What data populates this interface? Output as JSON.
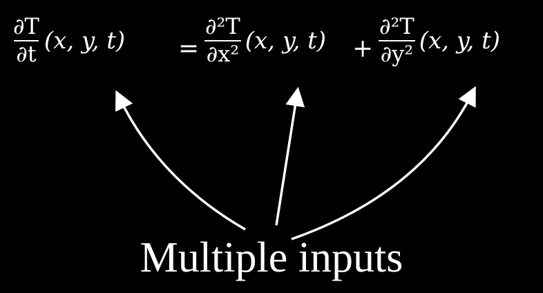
{
  "equation": {
    "lhs": {
      "numerator": "∂T",
      "denominator": "∂t",
      "args": "(x, y, t)"
    },
    "equals": "=",
    "term1": {
      "numerator": "∂²T",
      "denominator": "∂x²",
      "args": "(x, y, t)"
    },
    "plus": "+",
    "term2": {
      "numerator": "∂²T",
      "denominator": "∂y²",
      "args": "(x, y, t)"
    }
  },
  "label": "Multiple inputs",
  "colors": {
    "background": "#000000",
    "foreground": "#ffffff"
  }
}
